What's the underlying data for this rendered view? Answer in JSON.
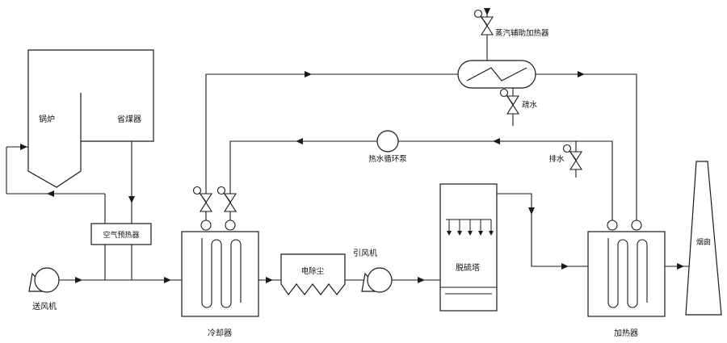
{
  "diagram": {
    "background": "#ffffff",
    "line_color": "#1a1a1a",
    "labels": {
      "boiler": "锅炉",
      "economizer": "省煤器",
      "air_preheater": "空气预热器",
      "fd_fan": "送风机",
      "cooler": "冷却器",
      "esp": "电除尘",
      "id_fan": "引风机",
      "fgd_tower": "脱硫塔",
      "heater": "加热器",
      "chimney": "烟囱",
      "steam_aux_heater": "蒸汽辅助加热器",
      "trap_drain": "疏水",
      "hot_water_pump": "热水循环泵",
      "drain": "排水"
    }
  }
}
